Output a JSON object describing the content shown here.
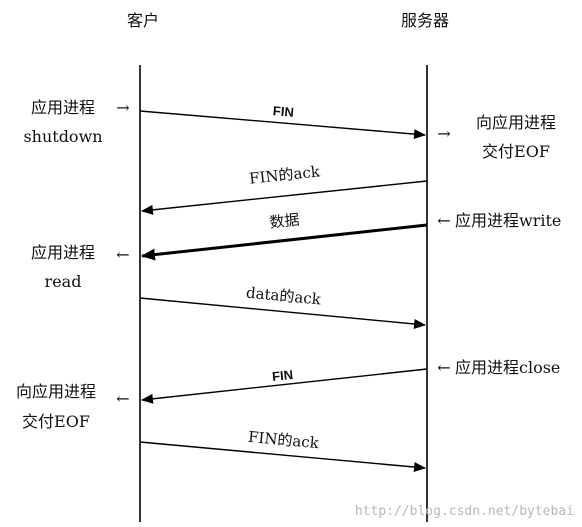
{
  "headers": {
    "client": "客户",
    "server": "服务器"
  },
  "client_notes": {
    "shutdown": [
      "应用进程",
      "shutdown"
    ],
    "read": [
      "应用进程",
      "read"
    ],
    "eof": [
      "向应用进程",
      "交付EOF"
    ]
  },
  "server_notes": {
    "eof": [
      "向应用进程",
      "交付EOF"
    ],
    "write": "应用进程write",
    "close": "应用进程close"
  },
  "messages": [
    {
      "label": "FIN",
      "direction": "client-to-server",
      "bold_label": true
    },
    {
      "label": "FIN的ack",
      "direction": "server-to-client"
    },
    {
      "label": "数据",
      "direction": "server-to-client",
      "thick": true
    },
    {
      "label": "data的ack",
      "direction": "client-to-server"
    },
    {
      "label": "FIN",
      "direction": "server-to-client",
      "bold_label": true
    },
    {
      "label": "FIN的ack",
      "direction": "client-to-server"
    }
  ],
  "side_arrows": {
    "right": "→",
    "left": "←"
  },
  "watermark": "http://blog.csdn.net/bytebai"
}
